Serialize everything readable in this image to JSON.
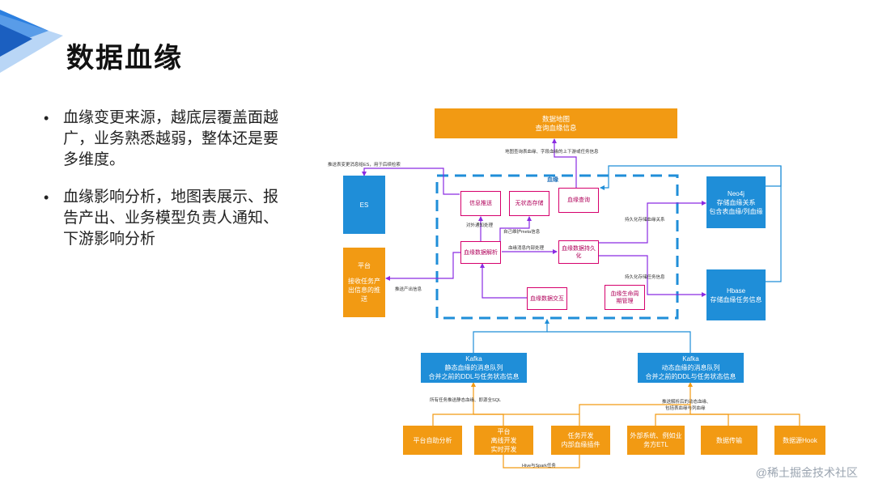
{
  "slide": {
    "title": "数据血缘",
    "bullets": [
      "血缘变更来源，越底层覆盖面越广，业务熟悉越弱，整体还是要多维度。",
      "血缘影响分析，地图表展示、报告产出、业务模型负责人通知、下游影响分析"
    ]
  },
  "diagram": {
    "map_box": {
      "line1": "数据地图",
      "line2": "查询血缘信息"
    },
    "map_query_label": "地图查询表血缘、字段血缘的上下游或任务信息",
    "es_push_label": "推送表变更消息给ES，用于后续检索",
    "es_box": "ES",
    "platform_box": {
      "line1": "平台",
      "line2": "接收任务产出信息的推送"
    },
    "push_output_label": "推送产出信息",
    "lineage_label": "血缘",
    "pink": {
      "notify_push": "信息推送",
      "stateless_store": "无状态存储",
      "lineage_query": "血缘查询",
      "lineage_parse": "血缘数据解析",
      "persist": "血缘数据持久化",
      "interact": "血缘数据交互",
      "lifecycle": "血缘生命周期管理"
    },
    "inner_labels": {
      "external_notify": "对外通知处理",
      "self_meta": "自己维护meta信息",
      "internal_process": "血缘消息内部处理"
    },
    "persist_relation_label": "持久化存储血缘关系",
    "persist_task_label": "持久化存储任务信息",
    "neo4j_box": {
      "line1": "Neo4j",
      "line2": "存储血缘关系",
      "line3": "包含表血缘/列血缘"
    },
    "hbase_box": {
      "line1": "Hbase",
      "line2": "存储血缘任务信息"
    },
    "kafka_static": {
      "line1": "Kafka",
      "line2": "静态血缘的消息队列",
      "line3": "合并之前的DDL与任务状态信息"
    },
    "kafka_dynamic": {
      "line1": "Kafka",
      "line2": "动态血缘的消息队列",
      "line3": "合并之前的DDL与任务状态信息"
    },
    "static_source_label": "所有任务推送静态血缘、即源全SQL",
    "dynamic_source_label": {
      "line1": "推送解析后的动态血缘、",
      "line2": "包括表血缘与列血缘"
    },
    "sources": {
      "self_analysis": "平台自助分析",
      "offline_dev": {
        "line1": "平台",
        "line2": "离线开发",
        "line3": "实时开发"
      },
      "task_dev": {
        "line1": "任务开发",
        "line2": "内部血缘插件"
      },
      "external": {
        "line1": "外部系统、例如业",
        "line2": "务方ETL"
      },
      "data_transfer": "数据传输",
      "datasource_hook": "数据源Hook"
    },
    "hive_spark_label": "Hive与Spark任务"
  },
  "watermark": "@稀土掘金技术社区",
  "colors": {
    "orange": "#f29a13",
    "blue": "#1f8ed8",
    "pink": "#d6006c",
    "purple": "#8a2be2",
    "dashed": "#1f8ed8"
  }
}
